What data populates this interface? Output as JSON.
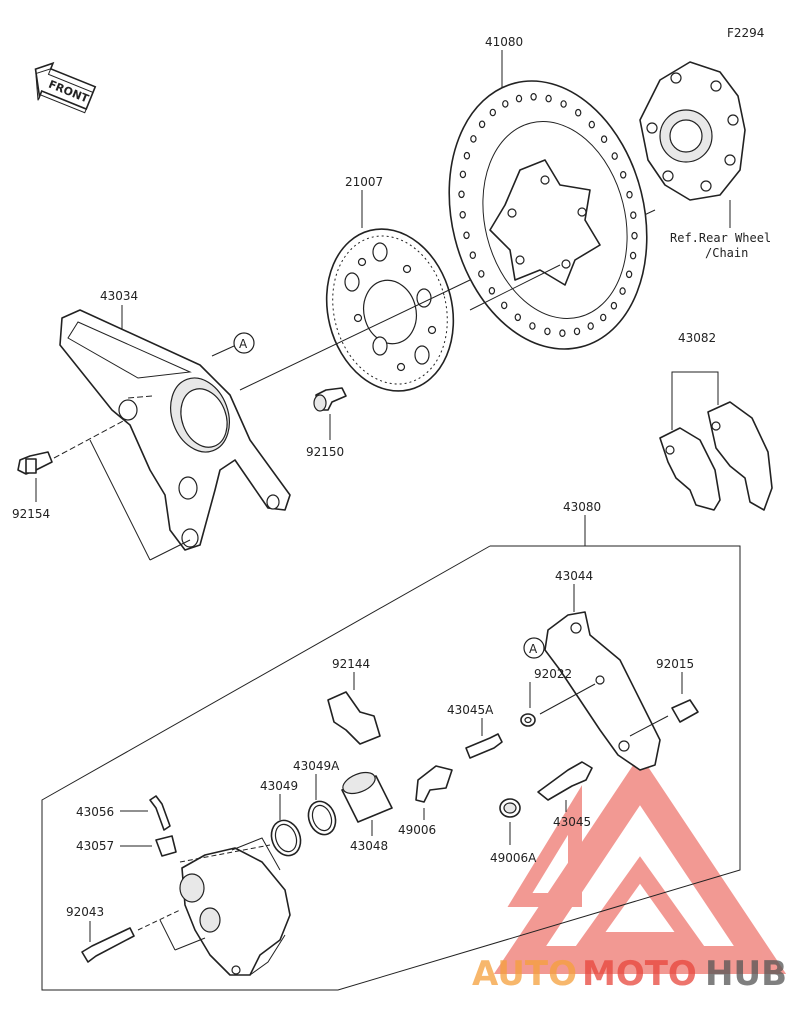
{
  "figure_code": "F2294",
  "front_label": "FRONT",
  "callout_letter": "A",
  "ref_note": [
    "Ref.Rear Wheel",
    "/Chain"
  ],
  "parts": {
    "p41080": "41080",
    "p21007": "21007",
    "p43034": "43034",
    "p92150": "92150",
    "p92154": "92154",
    "p43082": "43082",
    "p43080": "43080",
    "p43044": "43044",
    "p92144": "92144",
    "p92022": "92022",
    "p92015": "92015",
    "p43045A": "43045A",
    "p43049A": "43049A",
    "p43049": "43049",
    "p43056": "43056",
    "p43057": "43057",
    "p49006": "49006",
    "p43045": "43045",
    "p43048": "43048",
    "p49006A": "49006A",
    "p92043": "92043"
  },
  "watermark": {
    "word1": "AUTO",
    "word2": "MOTO",
    "word3": "HUB",
    "color_orange": "#f5a03c",
    "color_red": "#e8463c",
    "color_grey": "#555555"
  }
}
